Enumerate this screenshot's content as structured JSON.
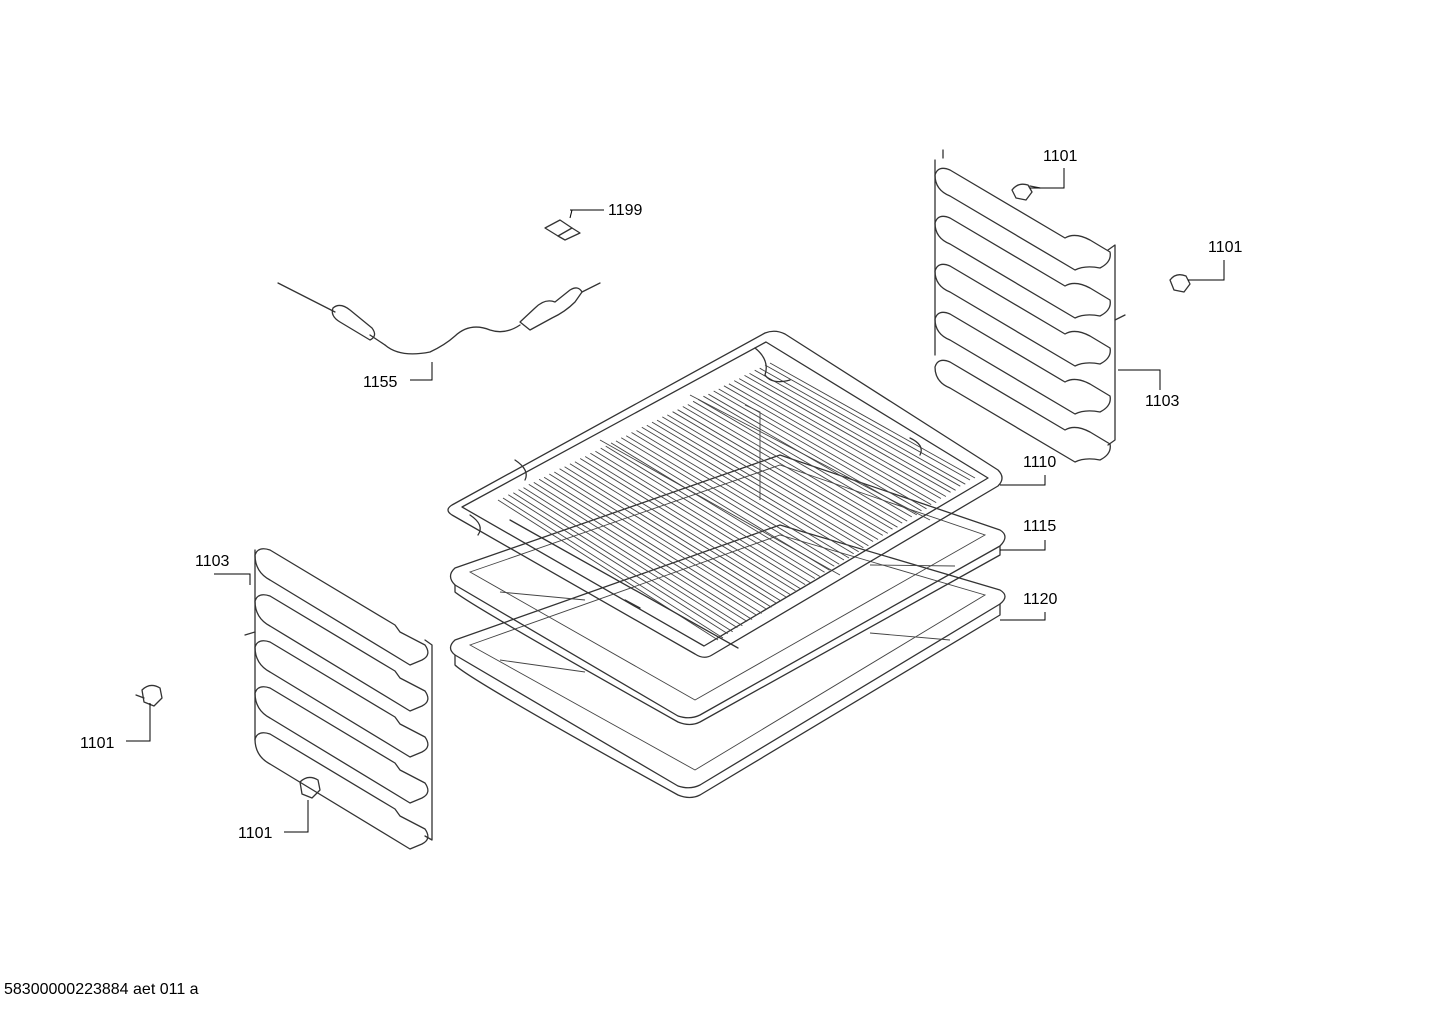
{
  "callouts": {
    "p1101a": "1101",
    "p1101b": "1101",
    "p1101c": "1101",
    "p1101d": "1101",
    "p1103a": "1103",
    "p1103b": "1103",
    "p1110": "1110",
    "p1115": "1115",
    "p1120": "1120",
    "p1155": "1155",
    "p1199": "1199"
  },
  "footer": "58300000223884 aet 011 a"
}
